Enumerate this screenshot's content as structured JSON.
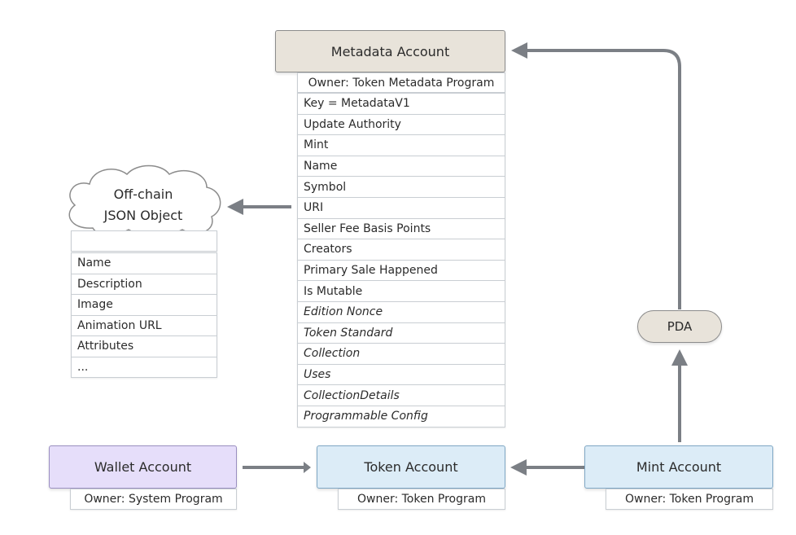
{
  "metadata_account": {
    "title": "Metadata Account",
    "owner": "Owner: Token Metadata Program",
    "fields": [
      {
        "label": "Key = MetadataV1",
        "italic": false
      },
      {
        "label": "Update Authority",
        "italic": false
      },
      {
        "label": "Mint",
        "italic": false
      },
      {
        "label": "Name",
        "italic": false
      },
      {
        "label": "Symbol",
        "italic": false
      },
      {
        "label": "URI",
        "italic": false
      },
      {
        "label": "Seller Fee Basis Points",
        "italic": false
      },
      {
        "label": "Creators",
        "italic": false
      },
      {
        "label": "Primary Sale Happened",
        "italic": false
      },
      {
        "label": "Is Mutable",
        "italic": false
      },
      {
        "label": "Edition Nonce",
        "italic": true
      },
      {
        "label": "Token Standard",
        "italic": true
      },
      {
        "label": "Collection",
        "italic": true
      },
      {
        "label": "Uses",
        "italic": true
      },
      {
        "label": "CollectionDetails",
        "italic": true
      },
      {
        "label": "Programmable Config",
        "italic": true
      }
    ]
  },
  "offchain_json": {
    "title_line1": "Off-chain",
    "title_line2": "JSON Object",
    "fields": [
      "Name",
      "Description",
      "Image",
      "Animation URL",
      "Attributes",
      "..."
    ]
  },
  "pda": {
    "label": "PDA"
  },
  "wallet_account": {
    "title": "Wallet Account",
    "owner": "Owner: System Program"
  },
  "token_account": {
    "title": "Token Account",
    "owner": "Owner: Token Program"
  },
  "mint_account": {
    "title": "Mint Account",
    "owner": "Owner: Token Program"
  },
  "colors": {
    "metadata_fill": "#e8e3da",
    "wallet_fill": "#e6defa",
    "token_fill": "#dcecf7",
    "mint_fill": "#dcecf7",
    "pda_fill": "#e8e3da",
    "arrow": "#7b7f85"
  }
}
